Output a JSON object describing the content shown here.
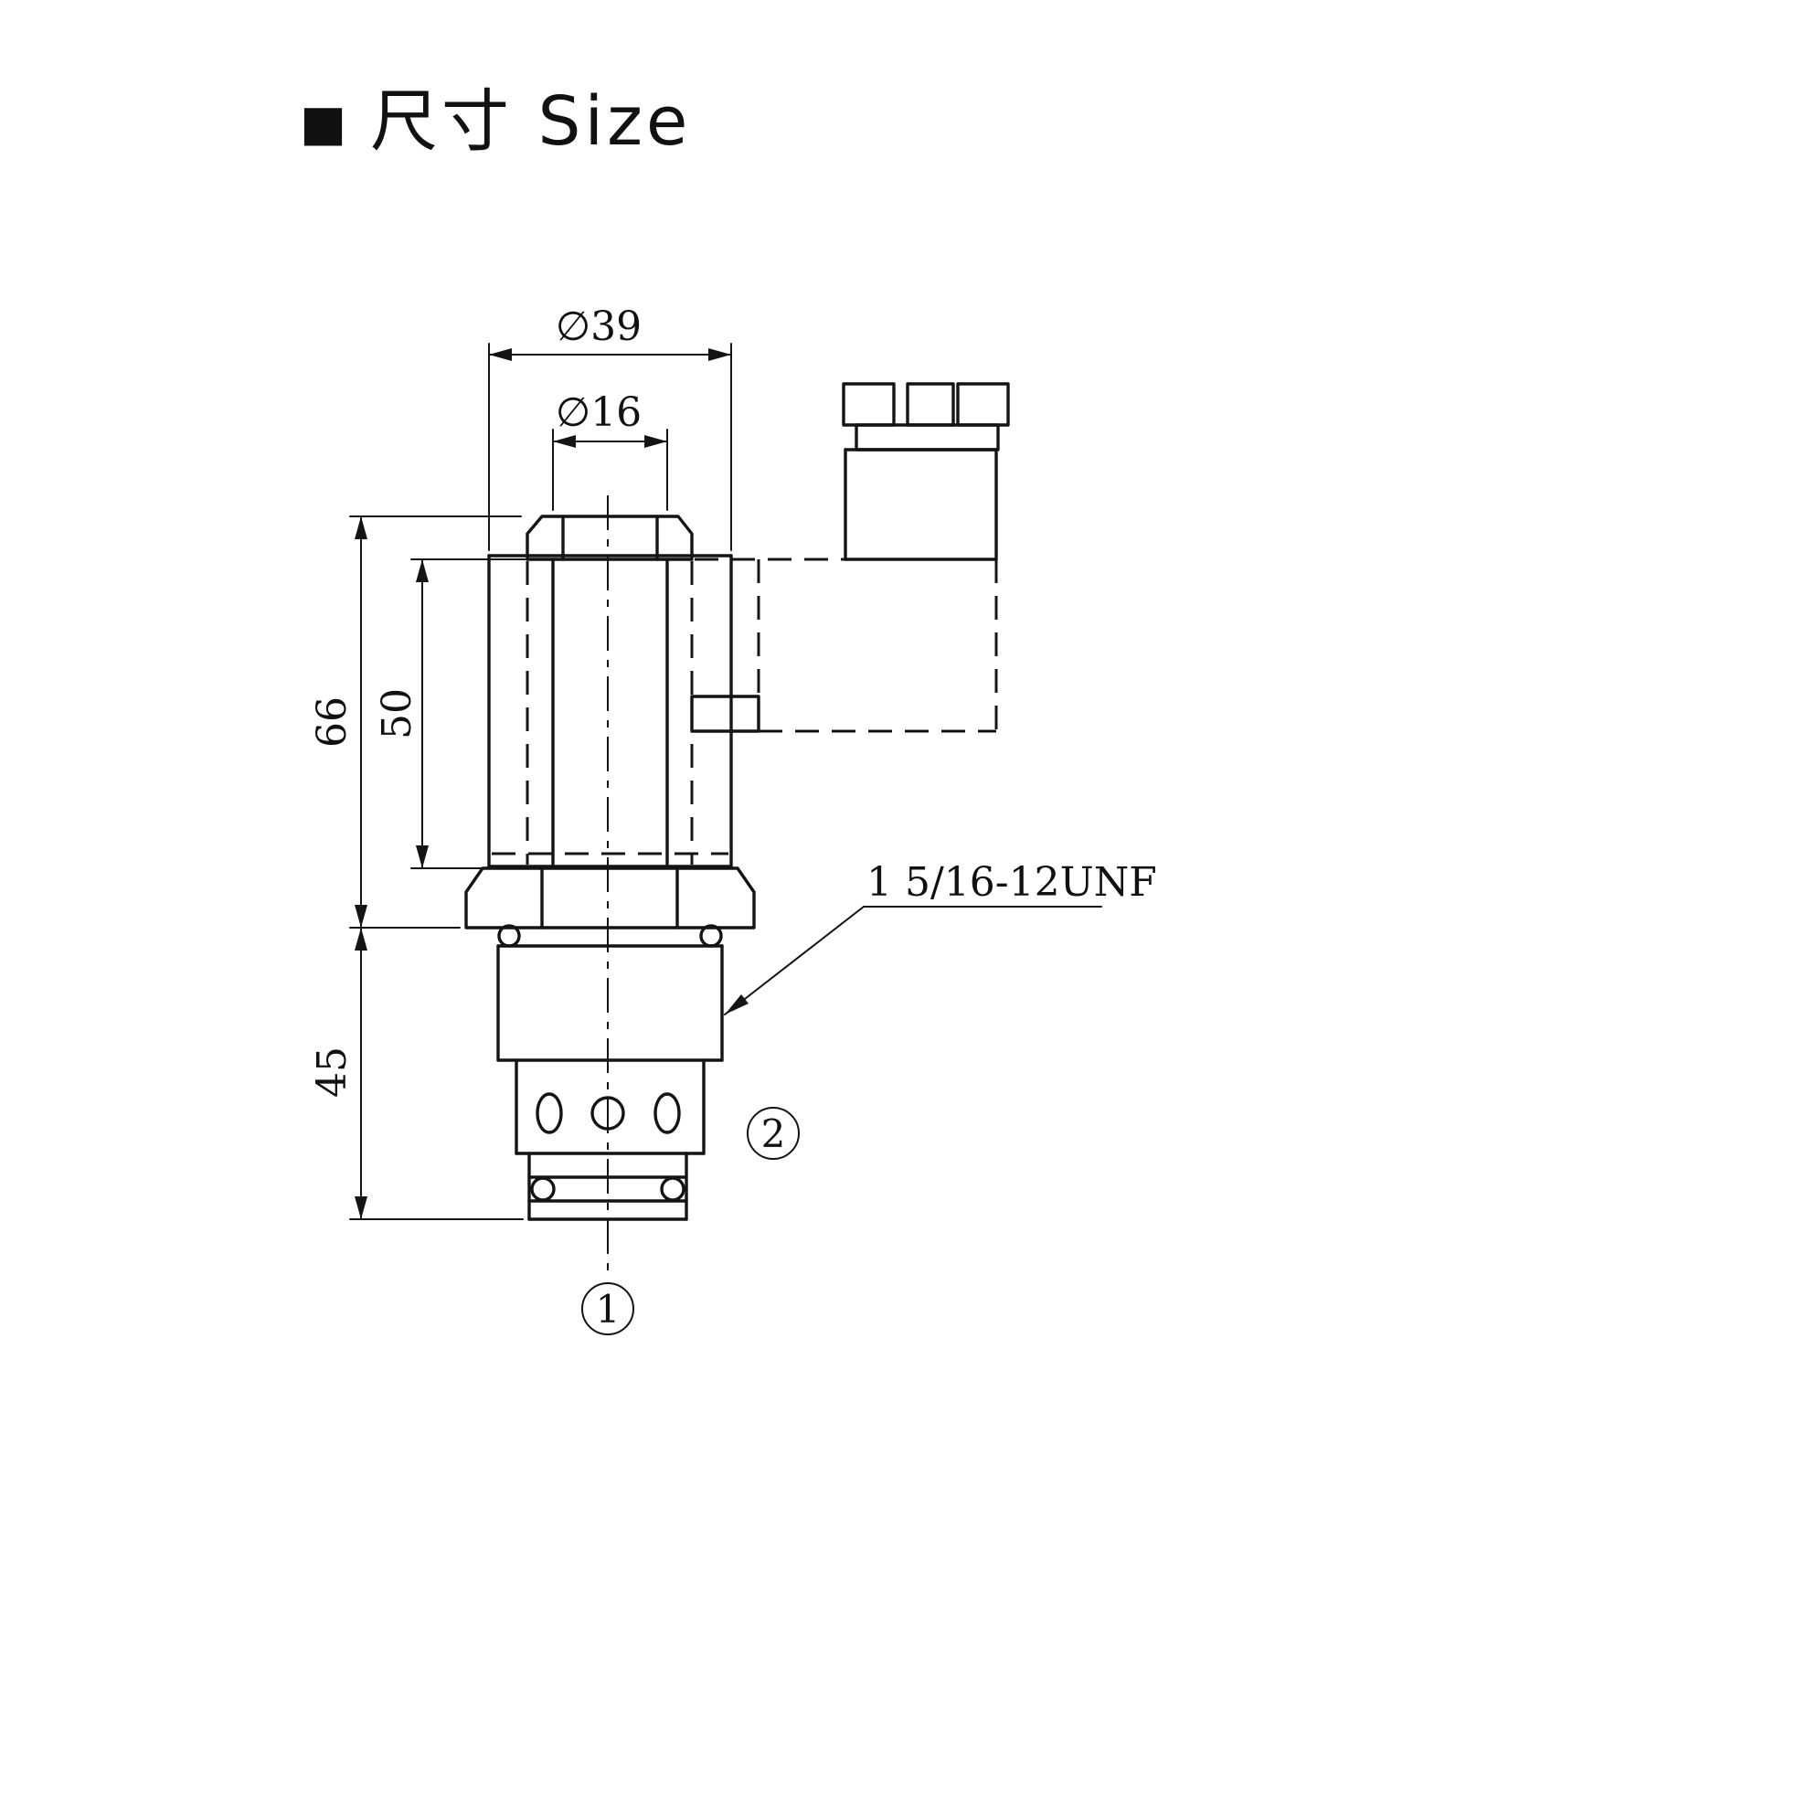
{
  "header": {
    "bullet": "■",
    "title": "尺寸 Size"
  },
  "dimensions": {
    "outer_diameter": "∅39",
    "tube_diameter": "∅16",
    "coil_height": "66",
    "tube_length": "50",
    "cartridge_length": "45",
    "thread_spec": "1 5/16-12UNF"
  },
  "ports": {
    "port1": "1",
    "port2": "2"
  },
  "colors": {
    "ink": "#141414",
    "background": "#ffffff"
  }
}
